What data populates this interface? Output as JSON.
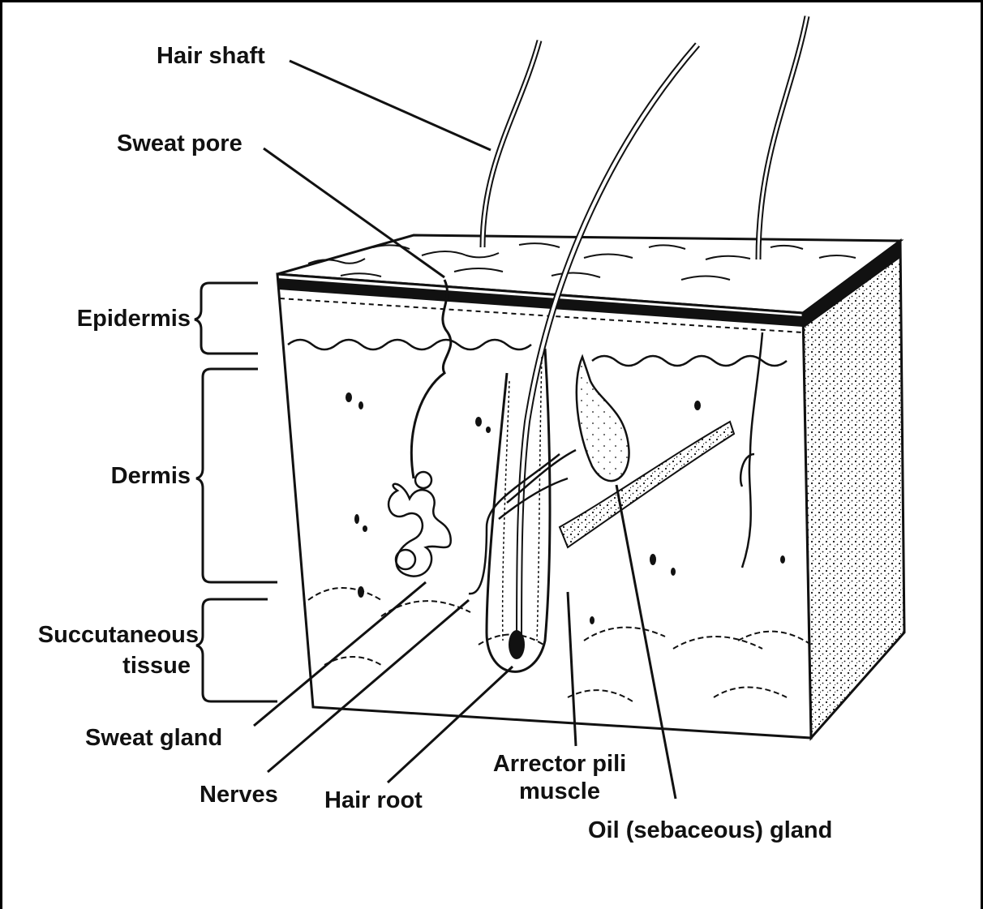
{
  "labels": {
    "hair_shaft": "Hair shaft",
    "sweat_pore": "Sweat pore",
    "epidermis": "Epidermis",
    "dermis": "Dermis",
    "subcutaneous_line1": "Succutaneous",
    "subcutaneous_line2": "tissue",
    "sweat_gland": "Sweat gland",
    "nerves": "Nerves",
    "hair_root": "Hair root",
    "arrector_line1": "Arrector pili",
    "arrector_line2": "muscle",
    "oil_gland": "Oil (sebaceous) gland"
  },
  "colors": {
    "ink": "#111111",
    "background": "#ffffff"
  }
}
